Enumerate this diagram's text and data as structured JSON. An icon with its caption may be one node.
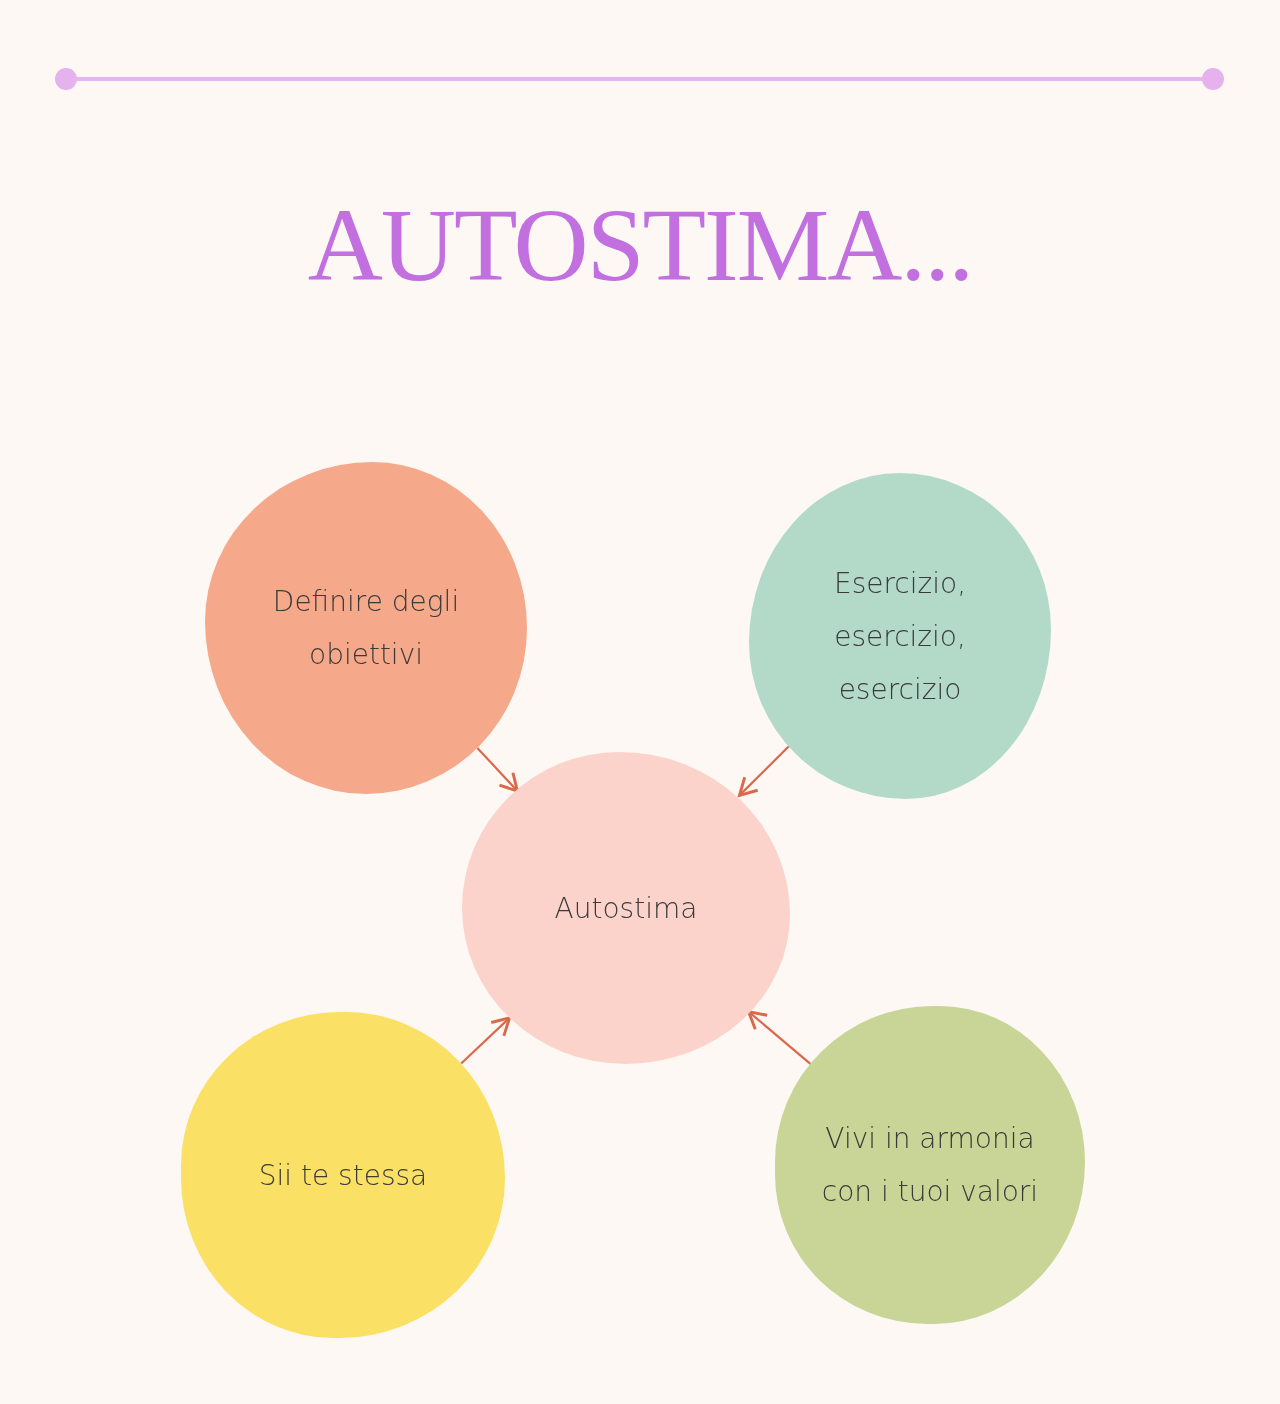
{
  "diagram": {
    "title": "AUTOSTIMA...",
    "nodes": [
      {
        "text": [
          "Definire degli obiettivi"
        ]
      },
      {
        "text": [
          "Esercizio, esercizio, esercizio"
        ]
      },
      {
        "text": [
          "Autostima"
        ]
      },
      {
        "text": [
          "Sii te stessa"
        ]
      },
      {
        "text": [
          "Vivi in armonia con i tuoi valori"
        ]
      }
    ],
    "edges": [
      {
        "from": 0,
        "to": 2,
        "arrow": "to"
      },
      {
        "from": 1,
        "to": 2,
        "arrow": "to"
      },
      {
        "from": 3,
        "to": 2,
        "arrow": "to"
      },
      {
        "from": 4,
        "to": 2,
        "arrow": "to"
      }
    ]
  }
}
